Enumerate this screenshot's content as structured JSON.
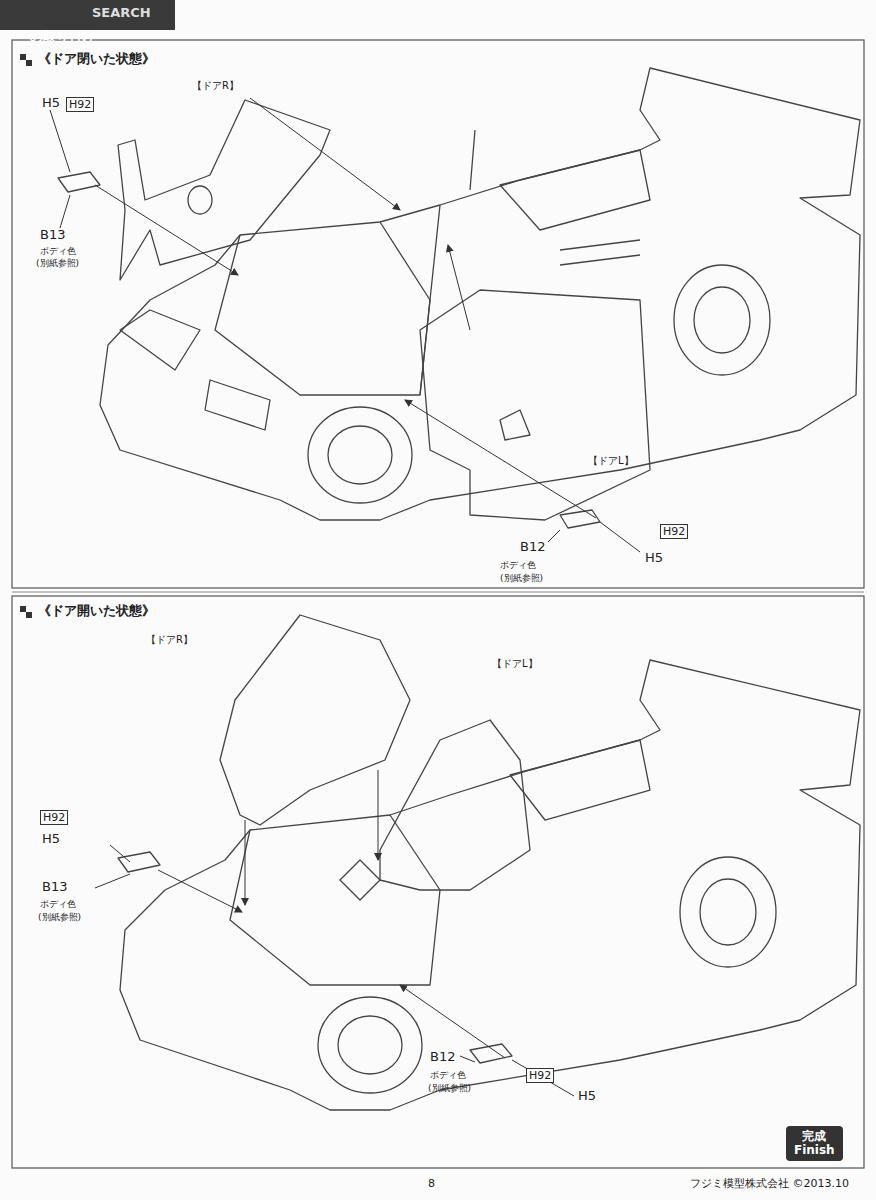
{
  "diagram": {
    "nodes": [
      {
        "text": [
          "H92"
        ]
      },
      {
        "text": [
          "H92"
        ]
      },
      {
        "text": [
          "H92"
        ]
      },
      {
        "text": [
          "H92"
        ]
      },
      {
        "text": [
          "完成",
          "Finish"
        ]
      }
    ],
    "labels": [
      "SEARCH",
      "の取り付け",
      "《ドア閉いた状態》",
      "【ドアR】",
      "H5",
      "B13",
      "ボディ色",
      "(別紙参照)",
      "【ドアL】",
      "B12",
      "ボディ色",
      "(別紙参照)",
      "H5",
      "《ドア開いた状態》",
      "【ドアR】",
      "【ドアL】",
      "H5",
      "B13",
      "ボディ色",
      "(別紙参照)",
      "B12",
      "ボディ色",
      "(別紙参照)",
      "H5",
      "8",
      "フジミ模型株式会社 ©2013.10"
    ]
  }
}
